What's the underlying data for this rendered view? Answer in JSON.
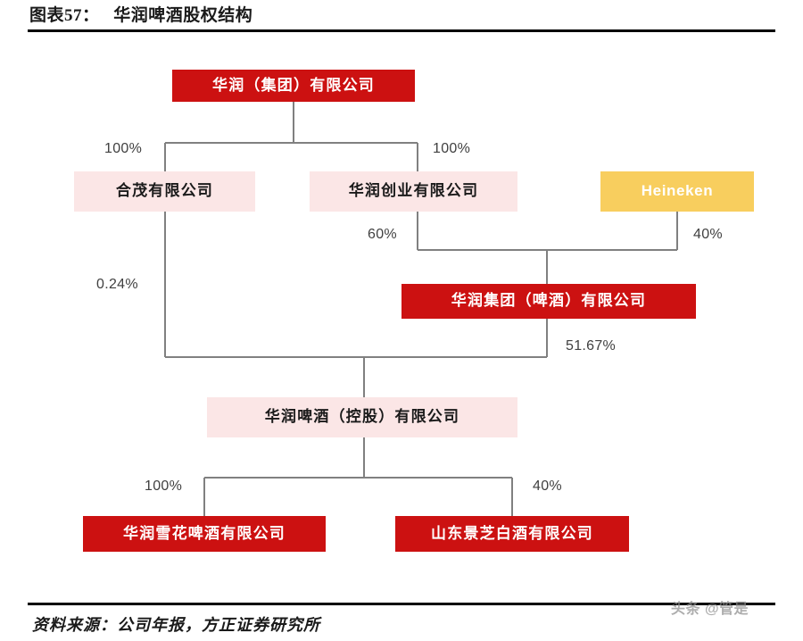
{
  "header": {
    "figure_label": "图表57：",
    "figure_title": "华润啤酒股权结构",
    "full_title": "图表57：   华润啤酒股权结构"
  },
  "chart_data": {
    "type": "diagram",
    "diagram_kind": "organizational-ownership-chart",
    "title": "华润啤酒股权结构",
    "colors": {
      "red_box": "#cc1111",
      "red_box_text": "#ffffff",
      "pink_box": "#fbe6e6",
      "pink_box_text": "#1a1a1a",
      "gold_box": "#f8ce5e",
      "gold_box_text": "#ffffff",
      "connector": "#808080",
      "rule": "#000000"
    },
    "nodes": [
      {
        "id": "crc",
        "label": "华润（集团）有限公司",
        "style": "red",
        "level": 0
      },
      {
        "id": "hemao",
        "label": "合茂有限公司",
        "style": "pink",
        "level": 1
      },
      {
        "id": "crе",
        "label": "华润创业有限公司",
        "style": "pink",
        "level": 1
      },
      {
        "id": "heineken",
        "label": "Heineken",
        "style": "gold",
        "level": 1
      },
      {
        "id": "crbeer_grp",
        "label": "华润集团（啤酒）有限公司",
        "style": "red",
        "level": 2
      },
      {
        "id": "crbeer_hld",
        "label": "华润啤酒（控股）有限公司",
        "style": "pink",
        "level": 3
      },
      {
        "id": "snow",
        "label": "华润雪花啤酒有限公司",
        "style": "red",
        "level": 4
      },
      {
        "id": "jingzhi",
        "label": "山东景芝白酒有限公司",
        "style": "red",
        "level": 4
      }
    ],
    "edges": [
      {
        "from": "crc",
        "to": "hemao",
        "label": "100%"
      },
      {
        "from": "crc",
        "to": "cre",
        "label": "100%"
      },
      {
        "from": "cre",
        "to": "crbeer_grp",
        "label": "60%"
      },
      {
        "from": "heineken",
        "to": "crbeer_grp",
        "label": "40%"
      },
      {
        "from": "hemao",
        "to": "crbeer_hld",
        "label": "0.24%"
      },
      {
        "from": "crbeer_grp",
        "to": "crbeer_hld",
        "label": "51.67%"
      },
      {
        "from": "crbeer_hld",
        "to": "snow",
        "label": "100%"
      },
      {
        "from": "crbeer_hld",
        "to": "jingzhi",
        "label": "40%"
      }
    ]
  },
  "nodes": {
    "crc": {
      "label": "华润（集团）有限公司"
    },
    "hemao": {
      "label": "合茂有限公司"
    },
    "cre": {
      "label": "华润创业有限公司"
    },
    "heineken": {
      "label": "Heineken"
    },
    "crbeer_grp": {
      "label": "华润集团（啤酒）有限公司"
    },
    "crbeer_hld": {
      "label": "华润啤酒（控股）有限公司"
    },
    "snow": {
      "label": "华润雪花啤酒有限公司"
    },
    "jingzhi": {
      "label": "山东景芝白酒有限公司"
    }
  },
  "edge_labels": {
    "crc_to_hemao": "100%",
    "crc_to_cre": "100%",
    "cre_to_crbeer": "60%",
    "heineken_to_crbeer": "40%",
    "hemao_to_holding": "0.24%",
    "crbeer_to_holding": "51.67%",
    "holding_to_snow": "100%",
    "holding_to_jingzhi": "40%"
  },
  "footer": {
    "source": "资料来源：公司年报，方正证券研究所",
    "watermark": "头条 @管是"
  }
}
